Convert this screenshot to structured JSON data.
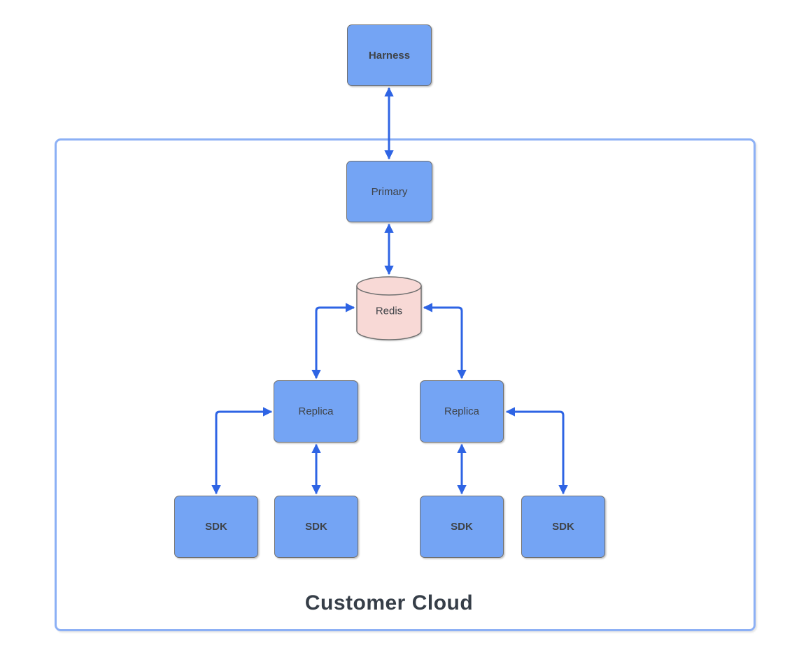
{
  "diagram": {
    "title": "Customer Cloud",
    "nodes": {
      "harness": {
        "label": "Harness"
      },
      "primary": {
        "label": "Primary"
      },
      "redis": {
        "label": "Redis",
        "shape": "cylinder"
      },
      "replica_left": {
        "label": "Replica"
      },
      "replica_right": {
        "label": "Replica"
      },
      "sdk_1": {
        "label": "SDK"
      },
      "sdk_2": {
        "label": "SDK"
      },
      "sdk_3": {
        "label": "SDK"
      },
      "sdk_4": {
        "label": "SDK"
      }
    },
    "edges": [
      {
        "from": "harness",
        "to": "primary",
        "style": "bidirectional"
      },
      {
        "from": "primary",
        "to": "redis",
        "style": "bidirectional"
      },
      {
        "from": "redis",
        "to": "replica_left",
        "style": "bidirectional"
      },
      {
        "from": "redis",
        "to": "replica_right",
        "style": "bidirectional"
      },
      {
        "from": "replica_left",
        "to": "sdk_2",
        "style": "bidirectional"
      },
      {
        "from": "replica_right",
        "to": "sdk_3",
        "style": "bidirectional"
      },
      {
        "from": "sdk_1",
        "to": "replica_left",
        "style": "bidirectional"
      },
      {
        "from": "sdk_4",
        "to": "replica_right",
        "style": "bidirectional"
      }
    ],
    "colors": {
      "node_fill": "#74A4F4",
      "node_border": "#707070",
      "redis_fill": "#F8D9D6",
      "arrow": "#2E64E4",
      "container_border": "#8CB0F5",
      "label_text": "#3F4348",
      "title_text": "#363E48"
    }
  }
}
